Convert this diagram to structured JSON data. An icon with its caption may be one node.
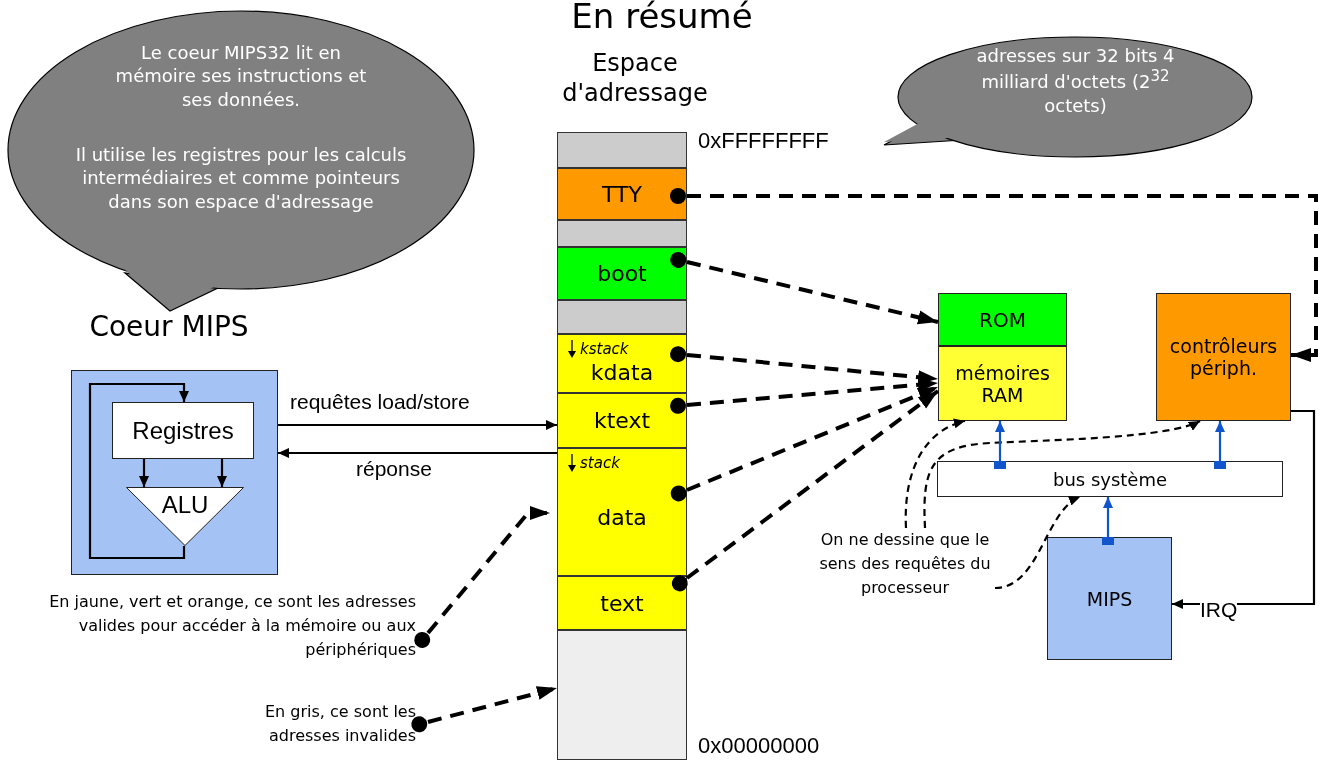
{
  "diagram": {
    "title": "En résumé",
    "nodes": [
      {
        "text": [
          "Le coeur MIPS32 lit en mémoire ses instructions et ses données.",
          "Il utilise les registres pour les calculs intermédiaires et comme pointeurs dans son espace d'adressage"
        ]
      },
      {
        "text": [
          "Coeur MIPS"
        ]
      },
      {
        "text": [
          "Registres"
        ],
        "in": 1
      },
      {
        "text": [
          "ALU"
        ],
        "in": 1
      },
      {
        "text": [
          "Espace d'adressage"
        ],
        "beside": [
          "0xFFFFFFFF",
          "0x00000000"
        ]
      },
      {
        "text": [],
        "shape": "box",
        "in": 4
      },
      {
        "text": [
          "TTY"
        ],
        "in": 4
      },
      {
        "text": [],
        "shape": "box",
        "in": 4
      },
      {
        "text": [
          "boot"
        ],
        "in": 4
      },
      {
        "text": [],
        "shape": "box",
        "in": 4
      },
      {
        "text": [
          "kstack",
          "kdata"
        ],
        "in": 4
      },
      {
        "text": [
          "ktext"
        ],
        "in": 4
      },
      {
        "text": [
          "stack",
          "data"
        ],
        "in": 4
      },
      {
        "text": [
          "text"
        ],
        "in": 4
      },
      {
        "text": [],
        "shape": "box",
        "in": 4
      },
      {
        "text": [
          "adresses sur 32 bits 4 milliard d'octets (2$^{32}$ octets)"
        ]
      },
      {
        "text": [
          "ROM"
        ]
      },
      {
        "text": [
          "mémoires RAM"
        ]
      },
      {
        "text": [
          "contrôleurs périph."
        ]
      },
      {
        "text": [
          "bus système"
        ]
      },
      {
        "text": [
          "MIPS"
        ]
      },
      {
        "text": [
          "En jaune, vert et orange, ce sont les adresses valides pour accéder à la mémoire ou aux périphériques"
        ]
      },
      {
        "text": [
          "En gris, ce sont les adresses invalides"
        ]
      },
      {
        "text": [
          "On ne dessine que le sens des requêtes du processeur"
        ]
      }
    ],
    "edges": [
      {
        "from": 2,
        "to": 3,
        "arrow": "to"
      },
      {
        "from": 2,
        "to": 3,
        "arrow": "to"
      },
      {
        "from": 3,
        "to": 2,
        "arrow": "to"
      },
      {
        "from": 1,
        "to": 11,
        "arrow": "to",
        "label": "requêtes load/store"
      },
      {
        "from": 12,
        "to": 1,
        "arrow": "to",
        "label": "réponse"
      },
      {
        "from": 6,
        "to": 18,
        "arrow": "to",
        "style": "dashed"
      },
      {
        "from": 8,
        "to": 16,
        "arrow": "to",
        "style": "dashed"
      },
      {
        "from": 10,
        "to": 17,
        "arrow": "to",
        "style": "dashed"
      },
      {
        "from": 11,
        "to": 17,
        "arrow": "to",
        "style": "dashed"
      },
      {
        "from": 12,
        "to": 17,
        "arrow": "to",
        "style": "dashed"
      },
      {
        "from": 13,
        "to": 17,
        "arrow": "to",
        "style": "dashed"
      },
      {
        "from": 21,
        "to": 4,
        "arrow": "to",
        "style": "dashed"
      },
      {
        "from": 22,
        "to": 14,
        "arrow": "to",
        "style": "dashed"
      },
      {
        "from": 23,
        "to": 17,
        "arrow": "to",
        "style": "dashed"
      },
      {
        "from": 23,
        "to": 18,
        "arrow": "to",
        "style": "dashed"
      },
      {
        "from": 23,
        "to": 19,
        "arrow": "to",
        "style": "dashed"
      },
      {
        "from": 19,
        "to": 17,
        "arrow": "to",
        "color": "#1155cc"
      },
      {
        "from": 19,
        "to": 18,
        "arrow": "to",
        "color": "#1155cc"
      },
      {
        "from": 20,
        "to": 19,
        "arrow": "to",
        "color": "#1155cc"
      },
      {
        "from": 18,
        "to": 20,
        "arrow": "to",
        "label": "IRQ"
      }
    ]
  }
}
